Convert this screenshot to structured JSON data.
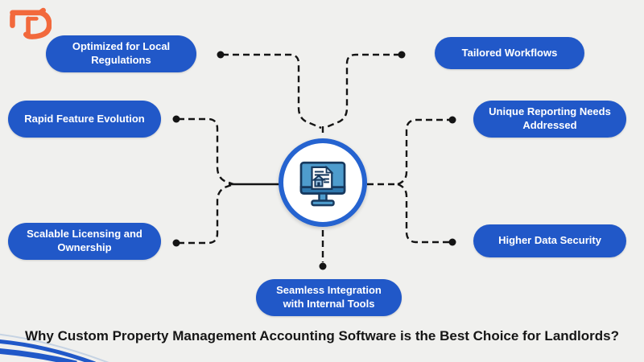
{
  "logo": {
    "name": "TD brand monogram",
    "color": "#f2693c"
  },
  "title": "Why Custom Property Management Accounting Software is the Best Choice for Landlords?",
  "hub": {
    "icon": "computer-monitor-with-property-document",
    "ring_color": "#2563d0"
  },
  "colors": {
    "background": "#f0f0ee",
    "pill_fill": "#2158c8",
    "pill_text": "#ffffff",
    "connector": "#141414",
    "title_text": "#161616",
    "corner_arcs": "#2158c8"
  },
  "pills": [
    {
      "id": "optimized-local-regulations",
      "label": "Optimized for Local Regulations"
    },
    {
      "id": "rapid-feature-evolution",
      "label": "Rapid Feature Evolution"
    },
    {
      "id": "scalable-licensing-ownership",
      "label": "Scalable Licensing and Ownership"
    },
    {
      "id": "tailored-workflows",
      "label": "Tailored Workflows"
    },
    {
      "id": "unique-reporting-needs",
      "label": "Unique Reporting Needs Addressed"
    },
    {
      "id": "higher-data-security",
      "label": "Higher Data Security"
    },
    {
      "id": "seamless-integration-internal-tools",
      "label": "Seamless Integration with Internal Tools"
    }
  ]
}
